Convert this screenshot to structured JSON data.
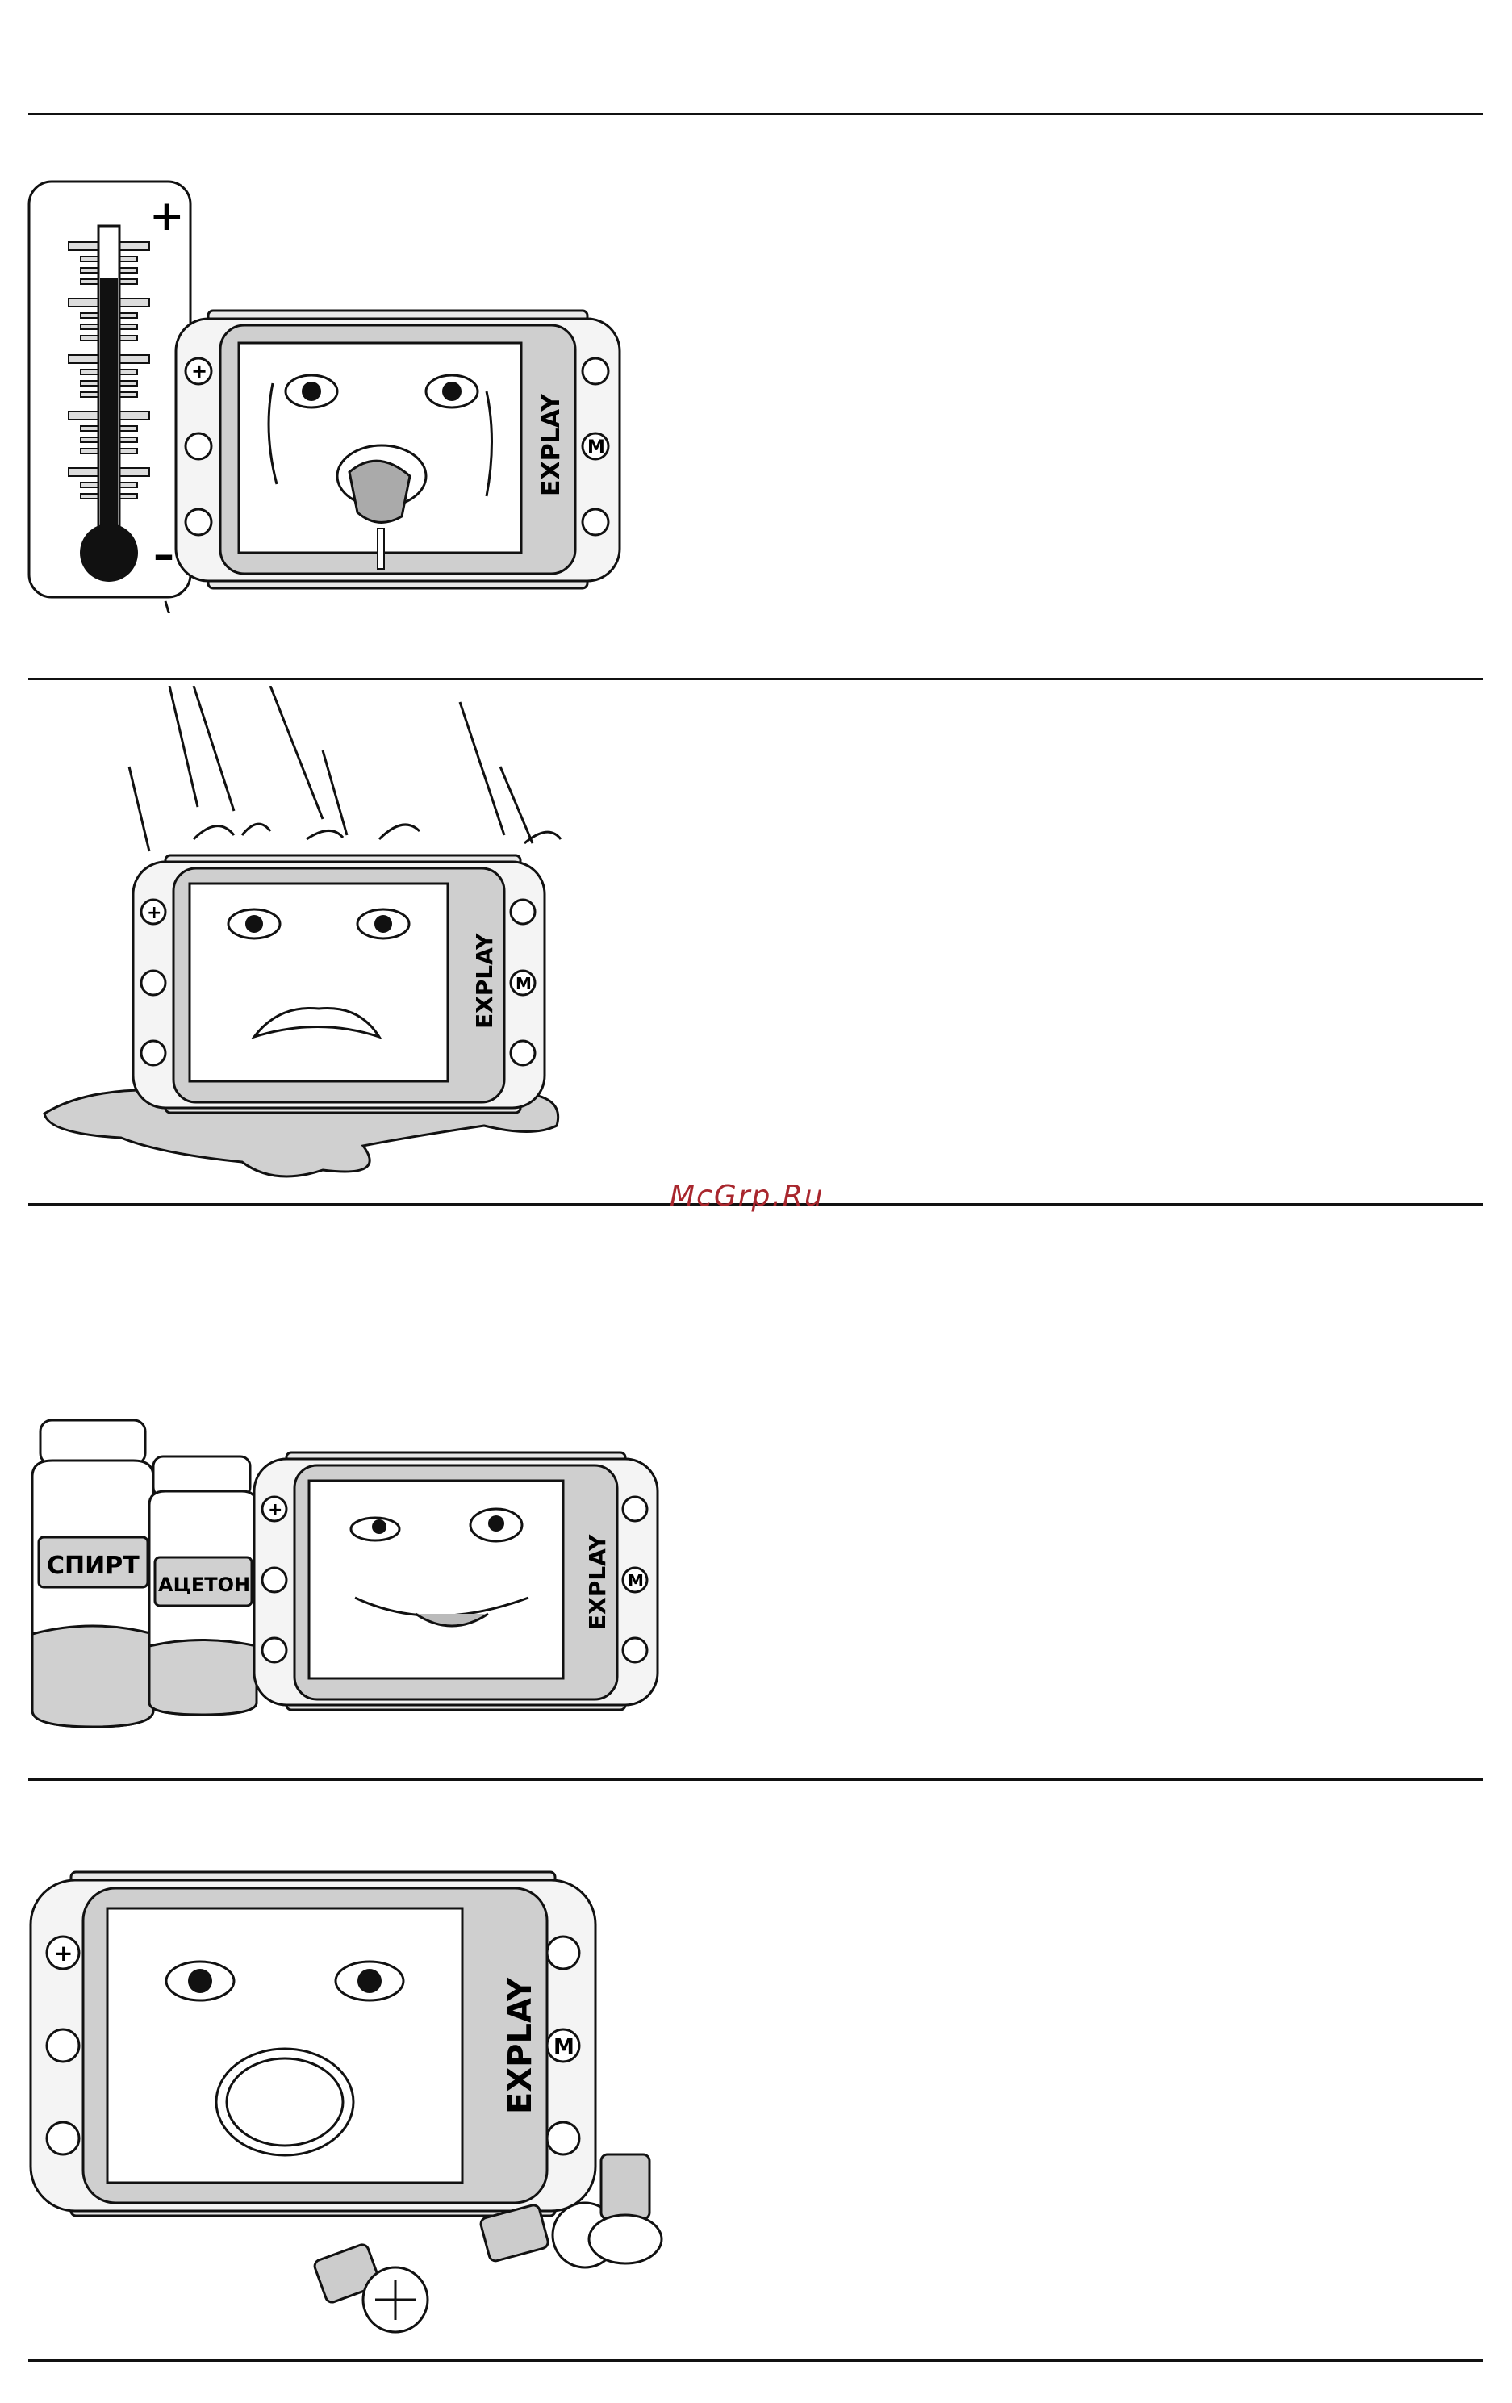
{
  "page": {
    "watermark": {
      "text": "McGrp.Ru",
      "color": "#a8262d"
    }
  },
  "device": {
    "brand": "EXPLAY",
    "buttons_left": [
      "plus-icon",
      "stop-icon",
      "power-icon"
    ],
    "buttons_right": [
      "up-icon",
      "m-icon",
      "down-icon"
    ],
    "button_m_label": "M"
  },
  "figures": [
    {
      "id": "temperature",
      "thermometer": {
        "plus": "+",
        "minus": "–"
      }
    },
    {
      "id": "water"
    },
    {
      "id": "chemicals",
      "bottles": [
        "СПИРТ",
        "АЦЕТОН"
      ]
    },
    {
      "id": "screws"
    }
  ],
  "colors": {
    "line": "#111111",
    "fill_grey": "#d0d0d0",
    "device_body": "#f2f2f2"
  }
}
